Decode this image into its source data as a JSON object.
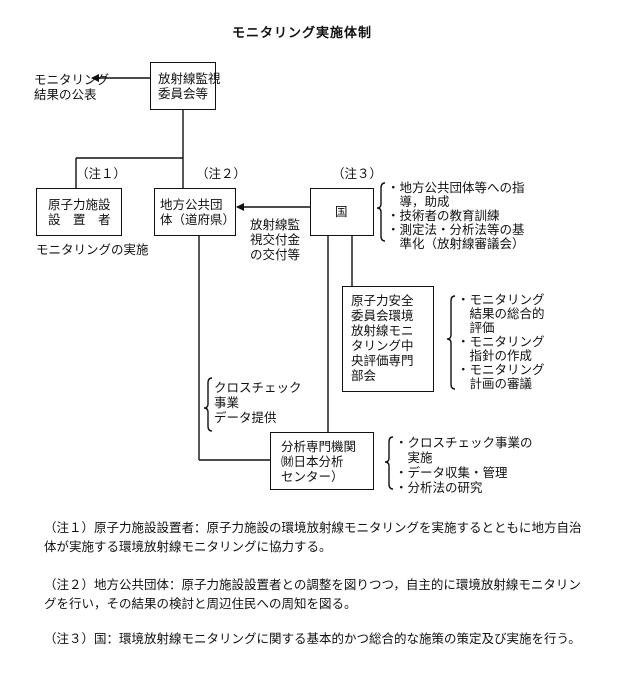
{
  "title": "モニタリング実施体制",
  "publish_label": "モニタリング\n結果の公表",
  "boxes": {
    "committee": "放射線監視\n委員会等",
    "operator": "原子力施設\n設　置　者",
    "local_gov": "地方公共団\n体（道府県）",
    "state": "国",
    "central": "原子力安全\n委員会環境\n放射線モニ\nタリング中\n央評価専門\n部会",
    "analysis": "分析専門機関\n㈶日本分析\nセンター）"
  },
  "note_markers": {
    "n1": "（注１）",
    "n2": "（注２）",
    "n3": "（注３）"
  },
  "implementation_label": "モニタリングの実施",
  "grant_label": "放射線監\n視交付金\nの交付等",
  "crosscheck_label": "クロスチェック\n事業\nデータ提供",
  "state_duties": "・地方公共団体等への指\n　導，助成\n・技術者の教育訓練\n・測定法・分析法等の基\n　準化（放射線審議会）",
  "central_duties": "・モニタリング\n　結果の総合的\n　評価\n・モニタリング\n　指針の作成\n・モニタリング\n　計画の審議",
  "analysis_duties": "・クロスチェック事業の\n　実施\n・データ収集・管理\n・分析法の研究",
  "notes": [
    {
      "label": "（注１）原子力施設設置者：",
      "text": "原子力施設の環境放射線モニタリングを実施するとともに地方自治体が実施する環境放射線モニタリングに協力する。"
    },
    {
      "label": "（注２）地方公共団体：",
      "text": "原子力施設設置者との調整を図りつつ，自主的に環境放射線モニタリングを行い，その結果の検討と周辺住民への周知を図る。"
    },
    {
      "label": "（注３）国：",
      "text": "環境放射線モニタリングに関する基本的かつ総合的な施策の策定及び実施を行う。"
    }
  ]
}
